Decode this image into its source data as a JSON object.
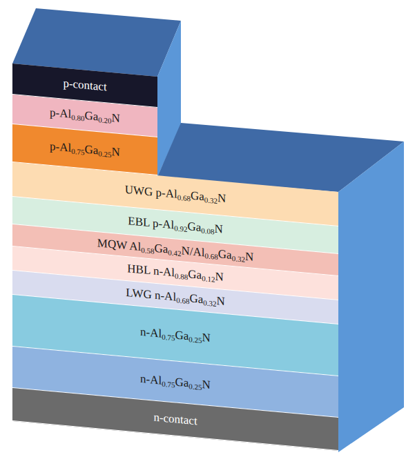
{
  "diagram": {
    "nodes": [
      {
        "text": [
          "p-contact"
        ]
      },
      {
        "text": [
          "p-Al0.80Ga0.20N"
        ]
      },
      {
        "text": [
          "p-Al0.75Ga0.25N"
        ]
      },
      {
        "text": [
          "UWG p-Al0.68Ga0.32N"
        ]
      },
      {
        "text": [
          "EBL p-Al0.92Ga0.08N"
        ]
      },
      {
        "text": [
          "MQW Al0.58Ga0.42N/Al0.68Ga0.32N"
        ]
      },
      {
        "text": [
          "HBL n-Al0.88Ga0.12N"
        ]
      },
      {
        "text": [
          "LWG n-Al0.68Ga0.32N"
        ]
      },
      {
        "text": [
          "n-Al0.75Ga0.25N"
        ]
      },
      {
        "text": [
          "n-Al0.75Ga0.25N"
        ]
      },
      {
        "text": [
          "n-contact"
        ]
      }
    ]
  }
}
